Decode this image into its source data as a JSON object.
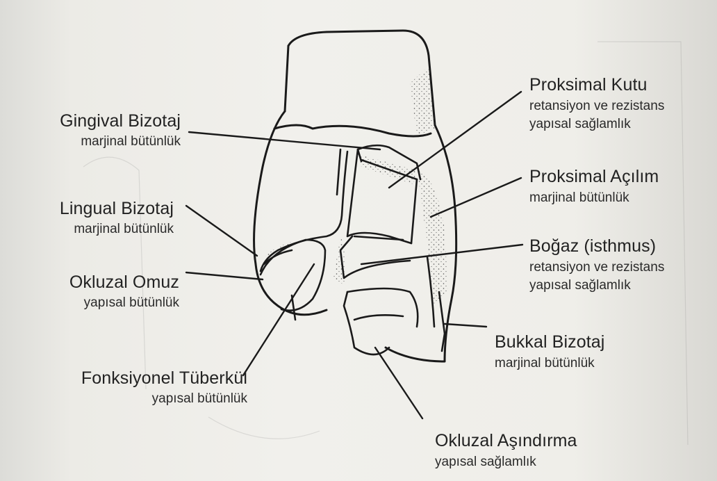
{
  "labels": {
    "gingival_bizotaj": {
      "title": "Gingival Bizotaj",
      "sub": "marjinal bütünlük"
    },
    "lingual_bizotaj": {
      "title": "Lingual Bizotaj",
      "sub": "marjinal bütünlük"
    },
    "okluzal_omuz": {
      "title": "Okluzal Omuz",
      "sub": "yapısal bütünlük"
    },
    "fonksiyonel_tuberkul": {
      "title": "Fonksiyonel Tüberkül",
      "sub": "yapısal bütünlük"
    },
    "proksimal_kutu": {
      "title": "Proksimal Kutu",
      "sub1": "retansiyon ve rezistans",
      "sub2": "yapısal sağlamlık"
    },
    "proksimal_acilim": {
      "title": "Proksimal Açılım",
      "sub": "marjinal bütünlük"
    },
    "bogaz": {
      "title": "Boğaz (isthmus)",
      "sub1": "retansiyon ve rezistans",
      "sub2": "yapısal sağlamlık"
    },
    "bukkal_bizotaj": {
      "title": "Bukkal Bizotaj",
      "sub": "marjinal bütünlük"
    },
    "okluzal_asindirma": {
      "title": "Okluzal Aşındırma",
      "sub": "yapısal sağlamlık"
    }
  }
}
